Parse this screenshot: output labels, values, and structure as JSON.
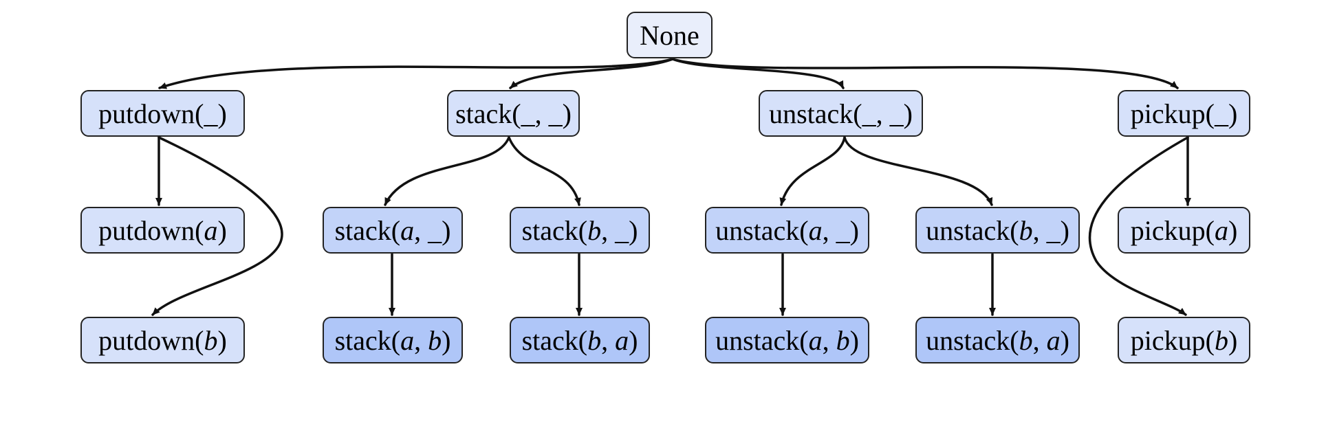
{
  "diagram": {
    "type": "tree",
    "colors": {
      "edge": "#111111",
      "node_border": "#222222",
      "level0_fill": "#e9eefb",
      "level1_fill": "#d6e1fa",
      "level2_fill": "#c2d3f9",
      "level3_fill": "#afc6f8"
    },
    "nodes": {
      "root": "None",
      "putdown_any": "putdown(_)",
      "stack_any": "stack(_, _)",
      "unstack_any": "unstack(_, _)",
      "pickup_any": "pickup(_)",
      "putdown_a": "putdown(a)",
      "putdown_b": "putdown(b)",
      "stack_a_any": "stack(a, _)",
      "stack_b_any": "stack(b, _)",
      "stack_a_b": "stack(a, b)",
      "stack_b_a": "stack(b, a)",
      "unstack_a_any": "unstack(a, _)",
      "unstack_b_any": "unstack(b, _)",
      "unstack_a_b": "unstack(a, b)",
      "unstack_b_a": "unstack(b, a)",
      "pickup_a": "pickup(a)",
      "pickup_b": "pickup(b)"
    },
    "edges": [
      [
        "root",
        "putdown_any"
      ],
      [
        "root",
        "stack_any"
      ],
      [
        "root",
        "unstack_any"
      ],
      [
        "root",
        "pickup_any"
      ],
      [
        "putdown_any",
        "putdown_a"
      ],
      [
        "putdown_any",
        "putdown_b"
      ],
      [
        "stack_any",
        "stack_a_any"
      ],
      [
        "stack_any",
        "stack_b_any"
      ],
      [
        "stack_a_any",
        "stack_a_b"
      ],
      [
        "stack_b_any",
        "stack_b_a"
      ],
      [
        "unstack_any",
        "unstack_a_any"
      ],
      [
        "unstack_any",
        "unstack_b_any"
      ],
      [
        "unstack_a_any",
        "unstack_a_b"
      ],
      [
        "unstack_b_any",
        "unstack_b_a"
      ],
      [
        "pickup_any",
        "pickup_a"
      ],
      [
        "pickup_any",
        "pickup_b"
      ]
    ]
  }
}
